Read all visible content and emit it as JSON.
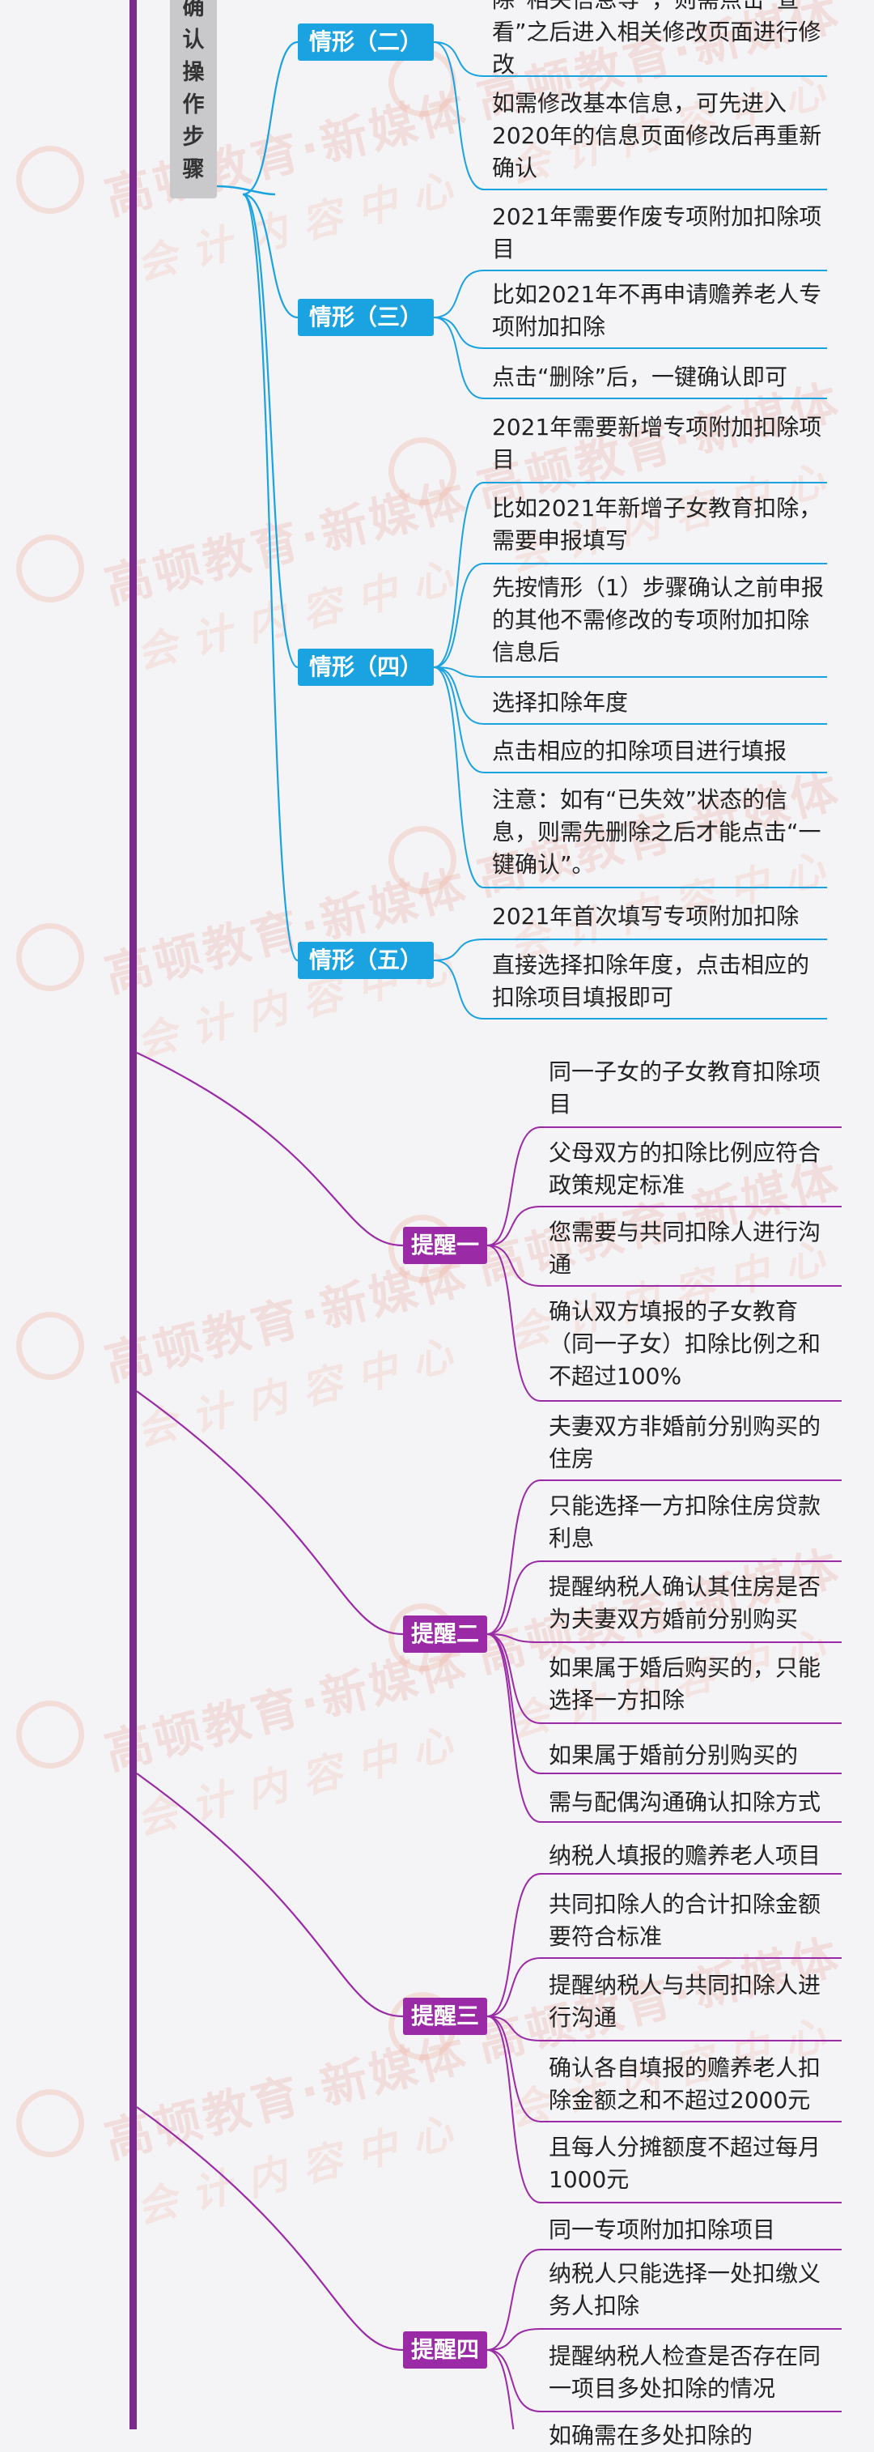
{
  "root": {
    "label": "确认操作步骤"
  },
  "watermark": {
    "brand": "高顿教育·新媒体",
    "sub": "会计内容中心"
  },
  "colors": {
    "spine": "#7a2a8c",
    "blue": "#1aa3e0",
    "purple": "#9a2aa6",
    "blue_line": "#1aa3e0",
    "purple_line": "#9a2aa6"
  },
  "groups": [
    {
      "label": "情形（二）",
      "color": "blue",
      "items": [
        "除“相关信息等”，则需点击“查看”之后进入相关修改页面进行修改",
        "如需修改基本信息，可先进入2020年的信息页面修改后再重新确认"
      ]
    },
    {
      "label": "情形（三）",
      "color": "blue",
      "items": [
        "2021年需要作废专项附加扣除项目",
        "比如2021年不再申请赡养老人专项附加扣除",
        "点击“删除”后，一键确认即可"
      ]
    },
    {
      "label": "情形（四）",
      "color": "blue",
      "items": [
        "2021年需要新增专项附加扣除项目",
        "比如2021年新增子女教育扣除，需要申报填写",
        "先按情形（1）步骤确认之前申报的其他不需修改的专项附加扣除信息后",
        "选择扣除年度",
        "点击相应的扣除项目进行填报",
        "注意：如有“已失效”状态的信息，则需先删除之后才能点击“一键确认”。"
      ]
    },
    {
      "label": "情形（五）",
      "color": "blue",
      "items": [
        "2021年首次填写专项附加扣除",
        "直接选择扣除年度，点击相应的扣除项目填报即可"
      ]
    },
    {
      "label": "提醒一",
      "color": "purple",
      "items": [
        "同一子女的子女教育扣除项目",
        "父母双方的扣除比例应符合政策规定标准",
        "您需要与共同扣除人进行沟通",
        "确认双方填报的子女教育（同一子女）扣除比例之和不超过100%"
      ]
    },
    {
      "label": "提醒二",
      "color": "purple",
      "items": [
        "夫妻双方非婚前分别购买的住房",
        "只能选择一方扣除住房贷款利息",
        "提醒纳税人确认其住房是否为夫妻双方婚前分别购买",
        "如果属于婚后购买的，只能选择一方扣除",
        "如果属于婚前分别购买的",
        "需与配偶沟通确认扣除方式"
      ]
    },
    {
      "label": "提醒三",
      "color": "purple",
      "items": [
        "纳税人填报的赡养老人项目",
        "共同扣除人的合计扣除金额要符合标准",
        "提醒纳税人与共同扣除人进行沟通",
        "确认各自填报的赡养老人扣除金额之和不超过2000元",
        "且每人分摊额度不超过每月1000元"
      ]
    },
    {
      "label": "提醒四",
      "color": "purple",
      "items": [
        "同一专项附加扣除项目",
        "纳税人只能选择一处扣缴义务人扣除",
        "提醒纳税人检查是否存在同一项目多处扣除的情况",
        "如确需在多处扣除的"
      ]
    }
  ]
}
